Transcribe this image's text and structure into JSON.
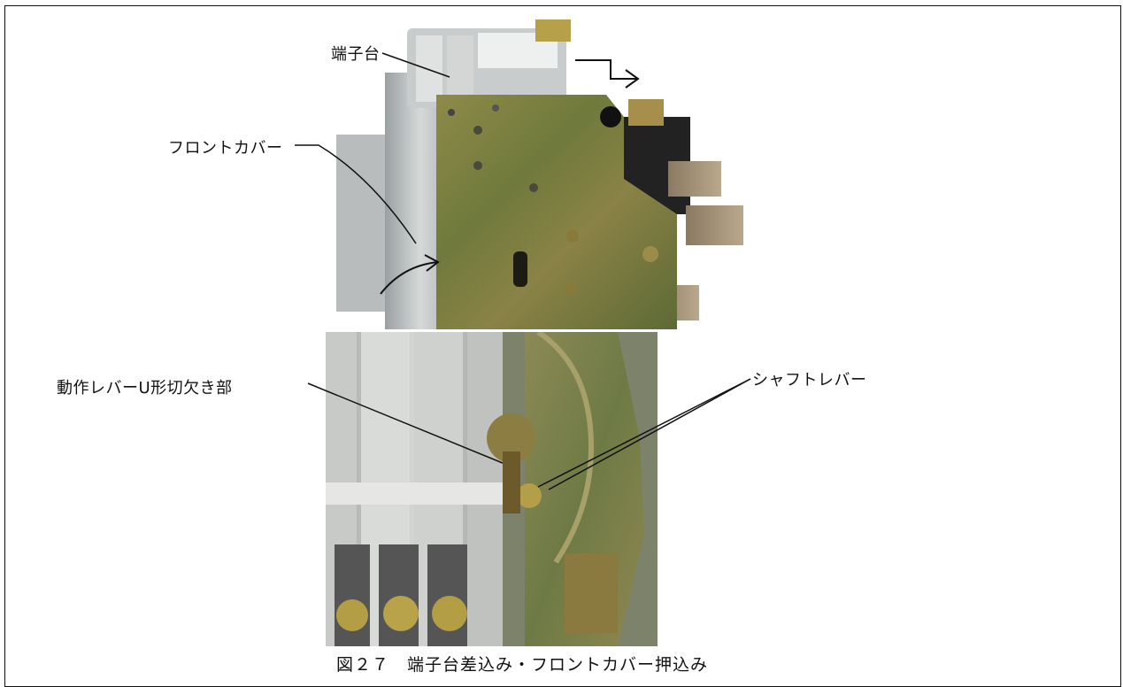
{
  "figure": {
    "labels": {
      "terminal_block": "端子台",
      "front_cover": "フロントカバー",
      "operating_lever_notch": "動作レバーU形切欠き部",
      "shaft_lever": "シャフトレバー"
    },
    "caption": "図２７　端子台差込み・フロントカバー押込み"
  }
}
